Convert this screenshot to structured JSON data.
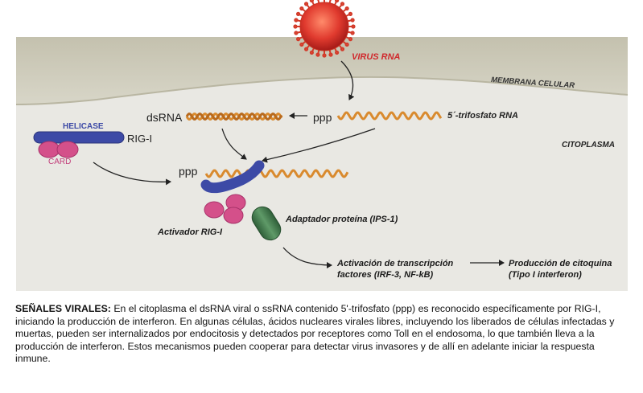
{
  "diagram": {
    "virus_label": "VIRUS RNA",
    "membrane_label": "MEMBRANA CELULAR",
    "cytoplasm_label": "CITOPLASMA",
    "dsrna_label": "dsRNA",
    "ppp_label": "ppp",
    "triphosphate_label": "5´-trifosfato RNA",
    "helicase_label": "HELICASE",
    "rigi_label": "RIG-I",
    "card_label": "CARD",
    "ppp_bound_label": "ppp",
    "activator_label": "Activador RIG-I",
    "adapter_label": "Adaptador proteína (IPS-1)",
    "transcription_line1": "Activación de transcripción",
    "transcription_line2": "factores (IRF-3, NF-kB)",
    "cytokine_line1": "Producción de citoquina",
    "cytokine_line2": "(Tipo I interferon)",
    "colors": {
      "cytoplasm": "#e9e8e3",
      "membrane": "#cac7b5",
      "virus": "#e03a2e",
      "rna": "#d98a2e",
      "helicase": "#3d4aa6",
      "card": "#d4508a",
      "adapter": "#3f7a4a",
      "virus_text": "#d0282c"
    }
  },
  "caption": {
    "title": "SEÑALES VIRALES:",
    "body": "En el citoplasma el dsRNA viral o ssRNA contenido 5'-trifosfato (ppp) es reconocido específicamente por RIG-I, iniciando la producción de interferon. En algunas células, ácidos nucleares virales libres, incluyendo los liberados de células infectadas y muertas, pueden ser internalizados por endocitosis y detectados por receptores como Toll en el endosoma, lo que también lleva a la producción de interferon. Estos mecanismos pueden cooperar para detectar virus invasores y de allí en adelante iniciar la respuesta inmune."
  }
}
